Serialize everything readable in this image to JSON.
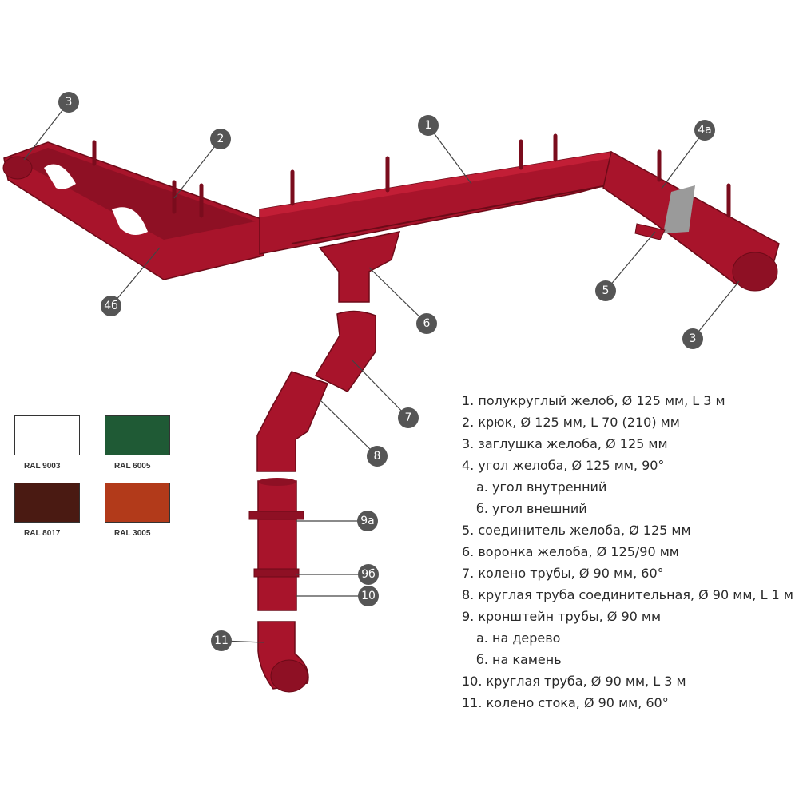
{
  "callouts": {
    "c1": "1",
    "c2": "2",
    "c3a": "3",
    "c3b": "3",
    "c4a": "4а",
    "c4b": "4б",
    "c5": "5",
    "c6": "6",
    "c7": "7",
    "c8": "8",
    "c9a": "9а",
    "c9b": "9б",
    "c10": "10",
    "c11": "11"
  },
  "colors": {
    "product_red": "#a8142b",
    "product_dark": "#7a0c1d",
    "callout_circle": "#555555",
    "ral9003": "#ffffff",
    "ral6005": "#1f5a35",
    "ral8017": "#4a1a12",
    "ral3005": "#b23a1a"
  },
  "swatches": [
    {
      "label": "RAL 9003"
    },
    {
      "label": "RAL 6005"
    },
    {
      "label": "RAL 8017"
    },
    {
      "label": "RAL 3005"
    }
  ],
  "legend": [
    "1. полукруглый желоб, Ø 125 мм, L 3 м",
    "2. крюк, Ø 125 мм, L 70 (210)  мм",
    "3. заглушка желоба, Ø 125 мм",
    "4. угол желоба, Ø 125 мм, 90°",
    "а. угол внутренний",
    "б. угол внешний",
    "5. соединитель желоба, Ø 125 мм",
    "6. воронка желоба, Ø 125/90 мм",
    "7. колено трубы, Ø 90 мм, 60°",
    "8. круглая труба соединительная, Ø 90 мм, L 1 м",
    "9. кронштейн трубы, Ø 90 мм",
    "а. на дерево",
    "б. на камень",
    "10. круглая труба, Ø 90 мм, L 3 м",
    "11. колено стока, Ø 90 мм, 60°"
  ]
}
